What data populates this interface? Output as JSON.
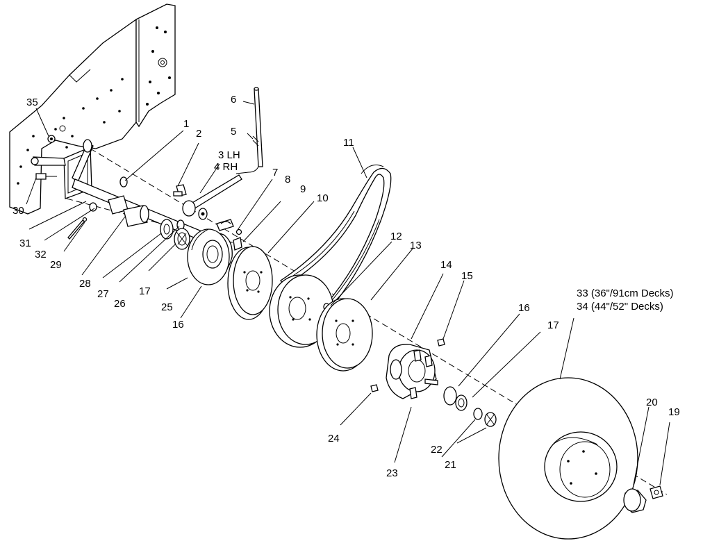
{
  "callouts": {
    "c1": "1",
    "c2": "2",
    "c3": "3 LH",
    "c4": "4 RH",
    "c5": "5",
    "c6": "6",
    "c7": "7",
    "c8": "8",
    "c9": "9",
    "c10": "10",
    "c11": "11",
    "c12": "12",
    "c13": "13",
    "c14": "14",
    "c15": "15",
    "c16a": "16",
    "c16b": "16",
    "c17a": "17",
    "c17b": "17",
    "c19": "19",
    "c20": "20",
    "c21": "21",
    "c22": "22",
    "c23": "23",
    "c24": "24",
    "c25": "25",
    "c26": "26",
    "c27": "27",
    "c28": "28",
    "c29": "29",
    "c30": "30",
    "c31": "31",
    "c32": "32",
    "c33": "33 (36\"/91cm Decks)",
    "c34": "34 (44\"/52\" Decks)",
    "c35": "35"
  }
}
